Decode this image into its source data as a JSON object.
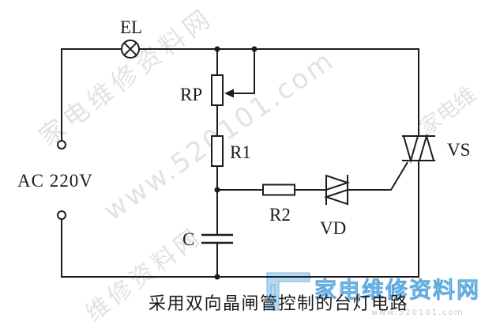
{
  "caption": "采用双向晶闸管控制的台灯电路",
  "components": {
    "lamp_label": "EL",
    "source_label": "AC 220V",
    "potentiometer_label": "RP",
    "resistor1_label": "R1",
    "resistor2_label": "R2",
    "capacitor_label": "C",
    "diac_label": "VD",
    "triac_label": "VS"
  },
  "watermark": {
    "diagonal_site_name": "家电维修资料网",
    "diagonal_url": "www.520101.com",
    "edge_fragment_right": "家电维",
    "edge_fragment_bottom": "维修资料网",
    "logo_name": "家电维修资料网",
    "logo_url": "www.520101.com"
  },
  "colors": {
    "background": "#ffffff",
    "line": "#1c1c1c",
    "watermark": "#e2e2e2",
    "logo": "#a9d3f0",
    "logo_outline": "#5ca8de",
    "logo_url": "#c8c8c8"
  }
}
